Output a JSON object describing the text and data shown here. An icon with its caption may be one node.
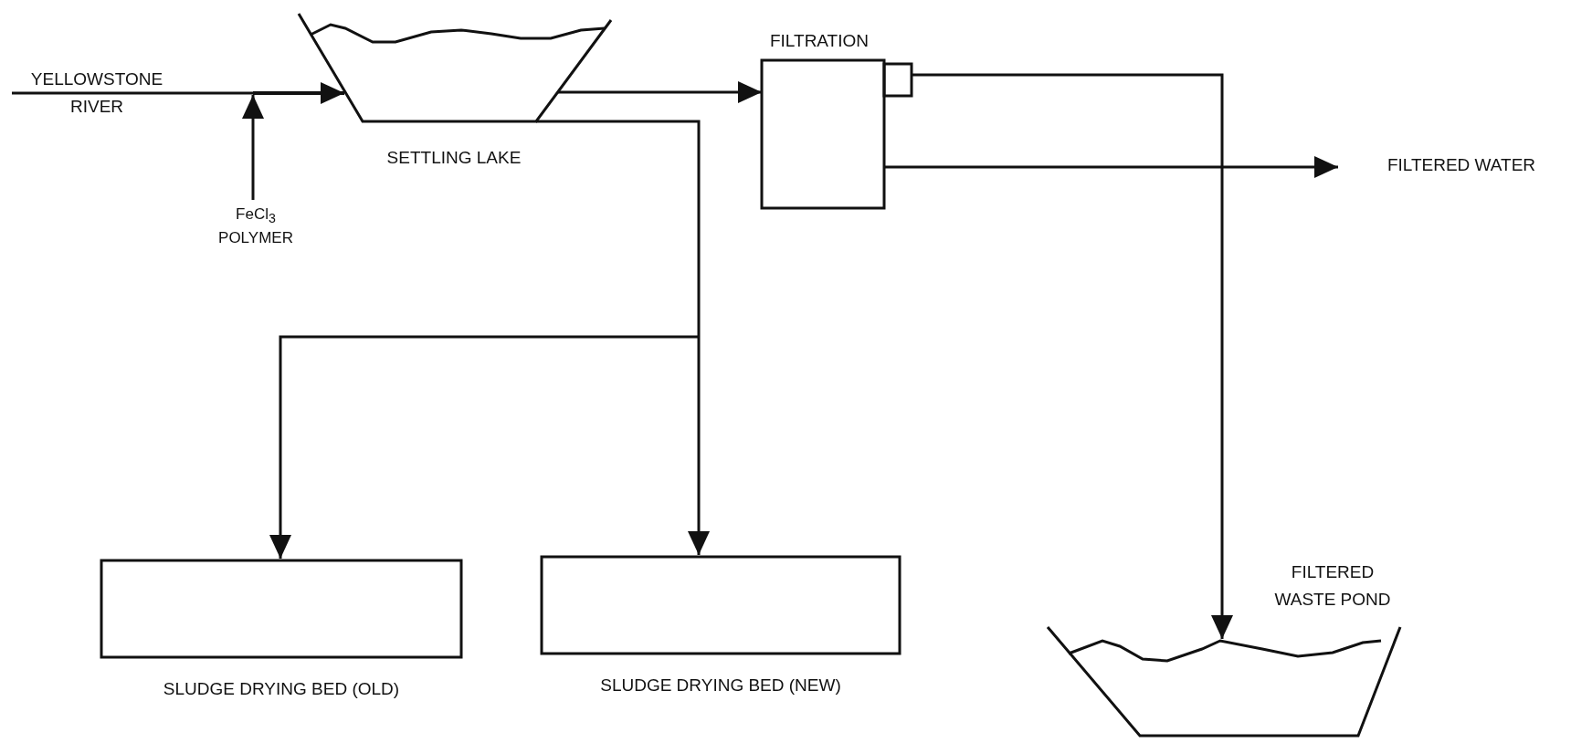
{
  "diagram": {
    "nodes": [
      {
        "text": [
          "YELLOWSTONE RIVER"
        ]
      },
      {
        "text": [
          "FeCl$_{3}$ POLYMER"
        ]
      },
      {
        "text": [
          "SETTLING LAKE"
        ]
      },
      {
        "text": [
          "FILTRATION"
        ]
      },
      {
        "text": [
          "FILTERED WATER"
        ]
      },
      {
        "text": [
          "SLUDGE DRYING BED (OLD)"
        ]
      },
      {
        "text": [
          "SLUDGE DRYING BED (NEW)"
        ]
      },
      {
        "text": [
          "FILTERED WASTE POND"
        ]
      }
    ],
    "edges": [
      {
        "from": 0,
        "to": 2,
        "arrow": "to"
      },
      {
        "from": 1,
        "to": 2,
        "arrow": "to"
      },
      {
        "from": 2,
        "to": 3,
        "arrow": "to"
      },
      {
        "from": 3,
        "to": 7,
        "arrow": "to"
      },
      {
        "from": 3,
        "to": 4,
        "arrow": "to"
      },
      {
        "from": 2,
        "to": 5,
        "arrow": "to"
      },
      {
        "from": 2,
        "to": 6,
        "arrow": "to"
      }
    ]
  }
}
